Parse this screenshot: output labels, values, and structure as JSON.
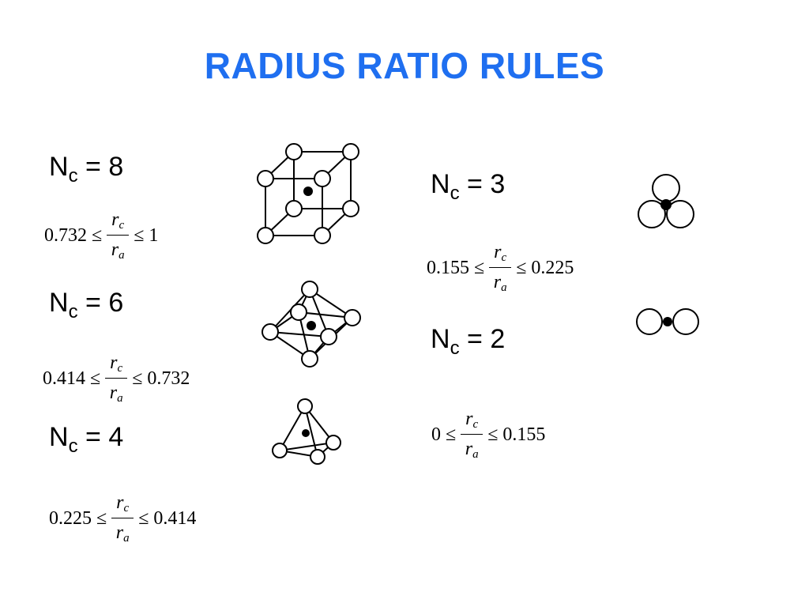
{
  "title": "RADIUS RATIO RULES",
  "accent_color": "#1f6ff0",
  "rules": [
    {
      "nc_label": "N",
      "nc_sub": "c",
      "nc_value": "= 8",
      "lower": "0.732 ≤",
      "upper": "≤ 1",
      "num": "r",
      "num_sub": "c",
      "den": "r",
      "den_sub": "a",
      "structure": "cubic"
    },
    {
      "nc_label": "N",
      "nc_sub": "c",
      "nc_value": "= 6",
      "lower": "0.414 ≤",
      "upper": "≤ 0.732",
      "num": "r",
      "num_sub": "c",
      "den": "r",
      "den_sub": "a",
      "structure": "octahedral"
    },
    {
      "nc_label": "N",
      "nc_sub": "c",
      "nc_value": "= 4",
      "lower": "0.225 ≤",
      "upper": "≤ 0.414",
      "num": "r",
      "num_sub": "c",
      "den": "r",
      "den_sub": "a",
      "structure": "tetrahedral"
    },
    {
      "nc_label": "N",
      "nc_sub": "c",
      "nc_value": "= 3",
      "lower": "0.155 ≤",
      "upper": "≤ 0.225",
      "num": "r",
      "num_sub": "c",
      "den": "r",
      "den_sub": "a",
      "structure": "trigonal"
    },
    {
      "nc_label": "N",
      "nc_sub": "c",
      "nc_value": "= 2",
      "lower": "0 ≤",
      "upper": "≤ 0.155",
      "num": "r",
      "num_sub": "c",
      "den": "r",
      "den_sub": "a",
      "structure": "linear"
    }
  ]
}
